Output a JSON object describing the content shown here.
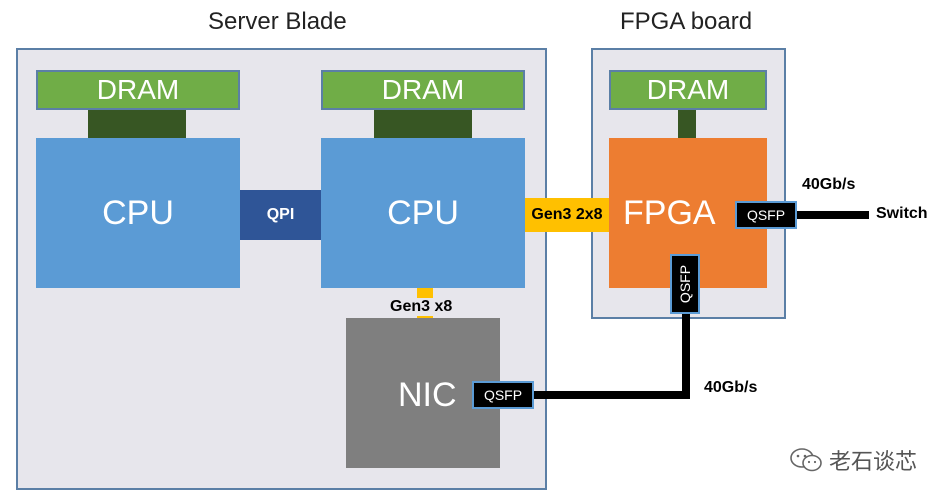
{
  "titles": {
    "server_blade": "Server Blade",
    "fpga_board": "FPGA board"
  },
  "components": {
    "dram_left": "DRAM",
    "dram_mid": "DRAM",
    "dram_fpga": "DRAM",
    "cpu_left": "CPU",
    "cpu_right": "CPU",
    "qpi": "QPI",
    "gen3_2x8": "Gen3 2x8",
    "gen3_x8": "Gen3 x8",
    "fpga": "FPGA",
    "nic": "NIC",
    "qsfp_fpga_right": "QSFP",
    "qsfp_fpga_bottom": "QSFP",
    "qsfp_nic": "QSFP"
  },
  "links": {
    "speed_switch": "40Gb/s",
    "switch": "Switch",
    "speed_nic": "40Gb/s"
  },
  "watermark": "老石谈芯",
  "colors": {
    "panel": "#e7e6ec",
    "dram": "#70ad47",
    "cpu": "#5b9bd5",
    "qpi": "#2f5597",
    "pcie": "#ffc000",
    "fpga": "#ed7d31",
    "nic": "#7f7f7f"
  }
}
